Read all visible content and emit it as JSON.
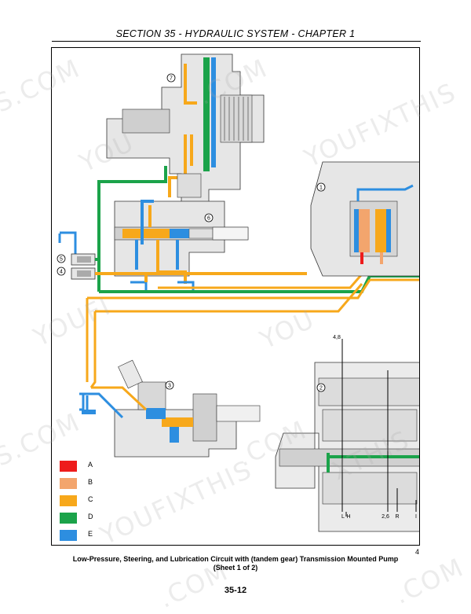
{
  "header": {
    "title": "SECTION 35 - HYDRAULIC SYSTEM - CHAPTER 1"
  },
  "diagram": {
    "callouts": [
      "1",
      "2",
      "3",
      "4",
      "5",
      "6",
      "7"
    ],
    "line_labels": {
      "top_a": "4,8",
      "bottom_left": "L",
      "bottom_h": "H",
      "bottom_b": "2,6",
      "bottom_r": "R",
      "bottom_i": "I"
    }
  },
  "legend": [
    {
      "key": "A",
      "color": "#ee1c1c"
    },
    {
      "key": "B",
      "color": "#f3a56d"
    },
    {
      "key": "C",
      "color": "#f7a81b"
    },
    {
      "key": "D",
      "color": "#1ba34a"
    },
    {
      "key": "E",
      "color": "#2d8ee0"
    }
  ],
  "figure_number": "4",
  "caption": {
    "line1": "Low-Pressure, Steering, and Lubrication Circuit with (tandem gear) Transmission Mounted Pump",
    "line2": "(Sheet 1 of 2)"
  },
  "page_number": "35-12",
  "watermark": {
    "text": "YOUFIXTHIS",
    "suffix": ".COM"
  }
}
